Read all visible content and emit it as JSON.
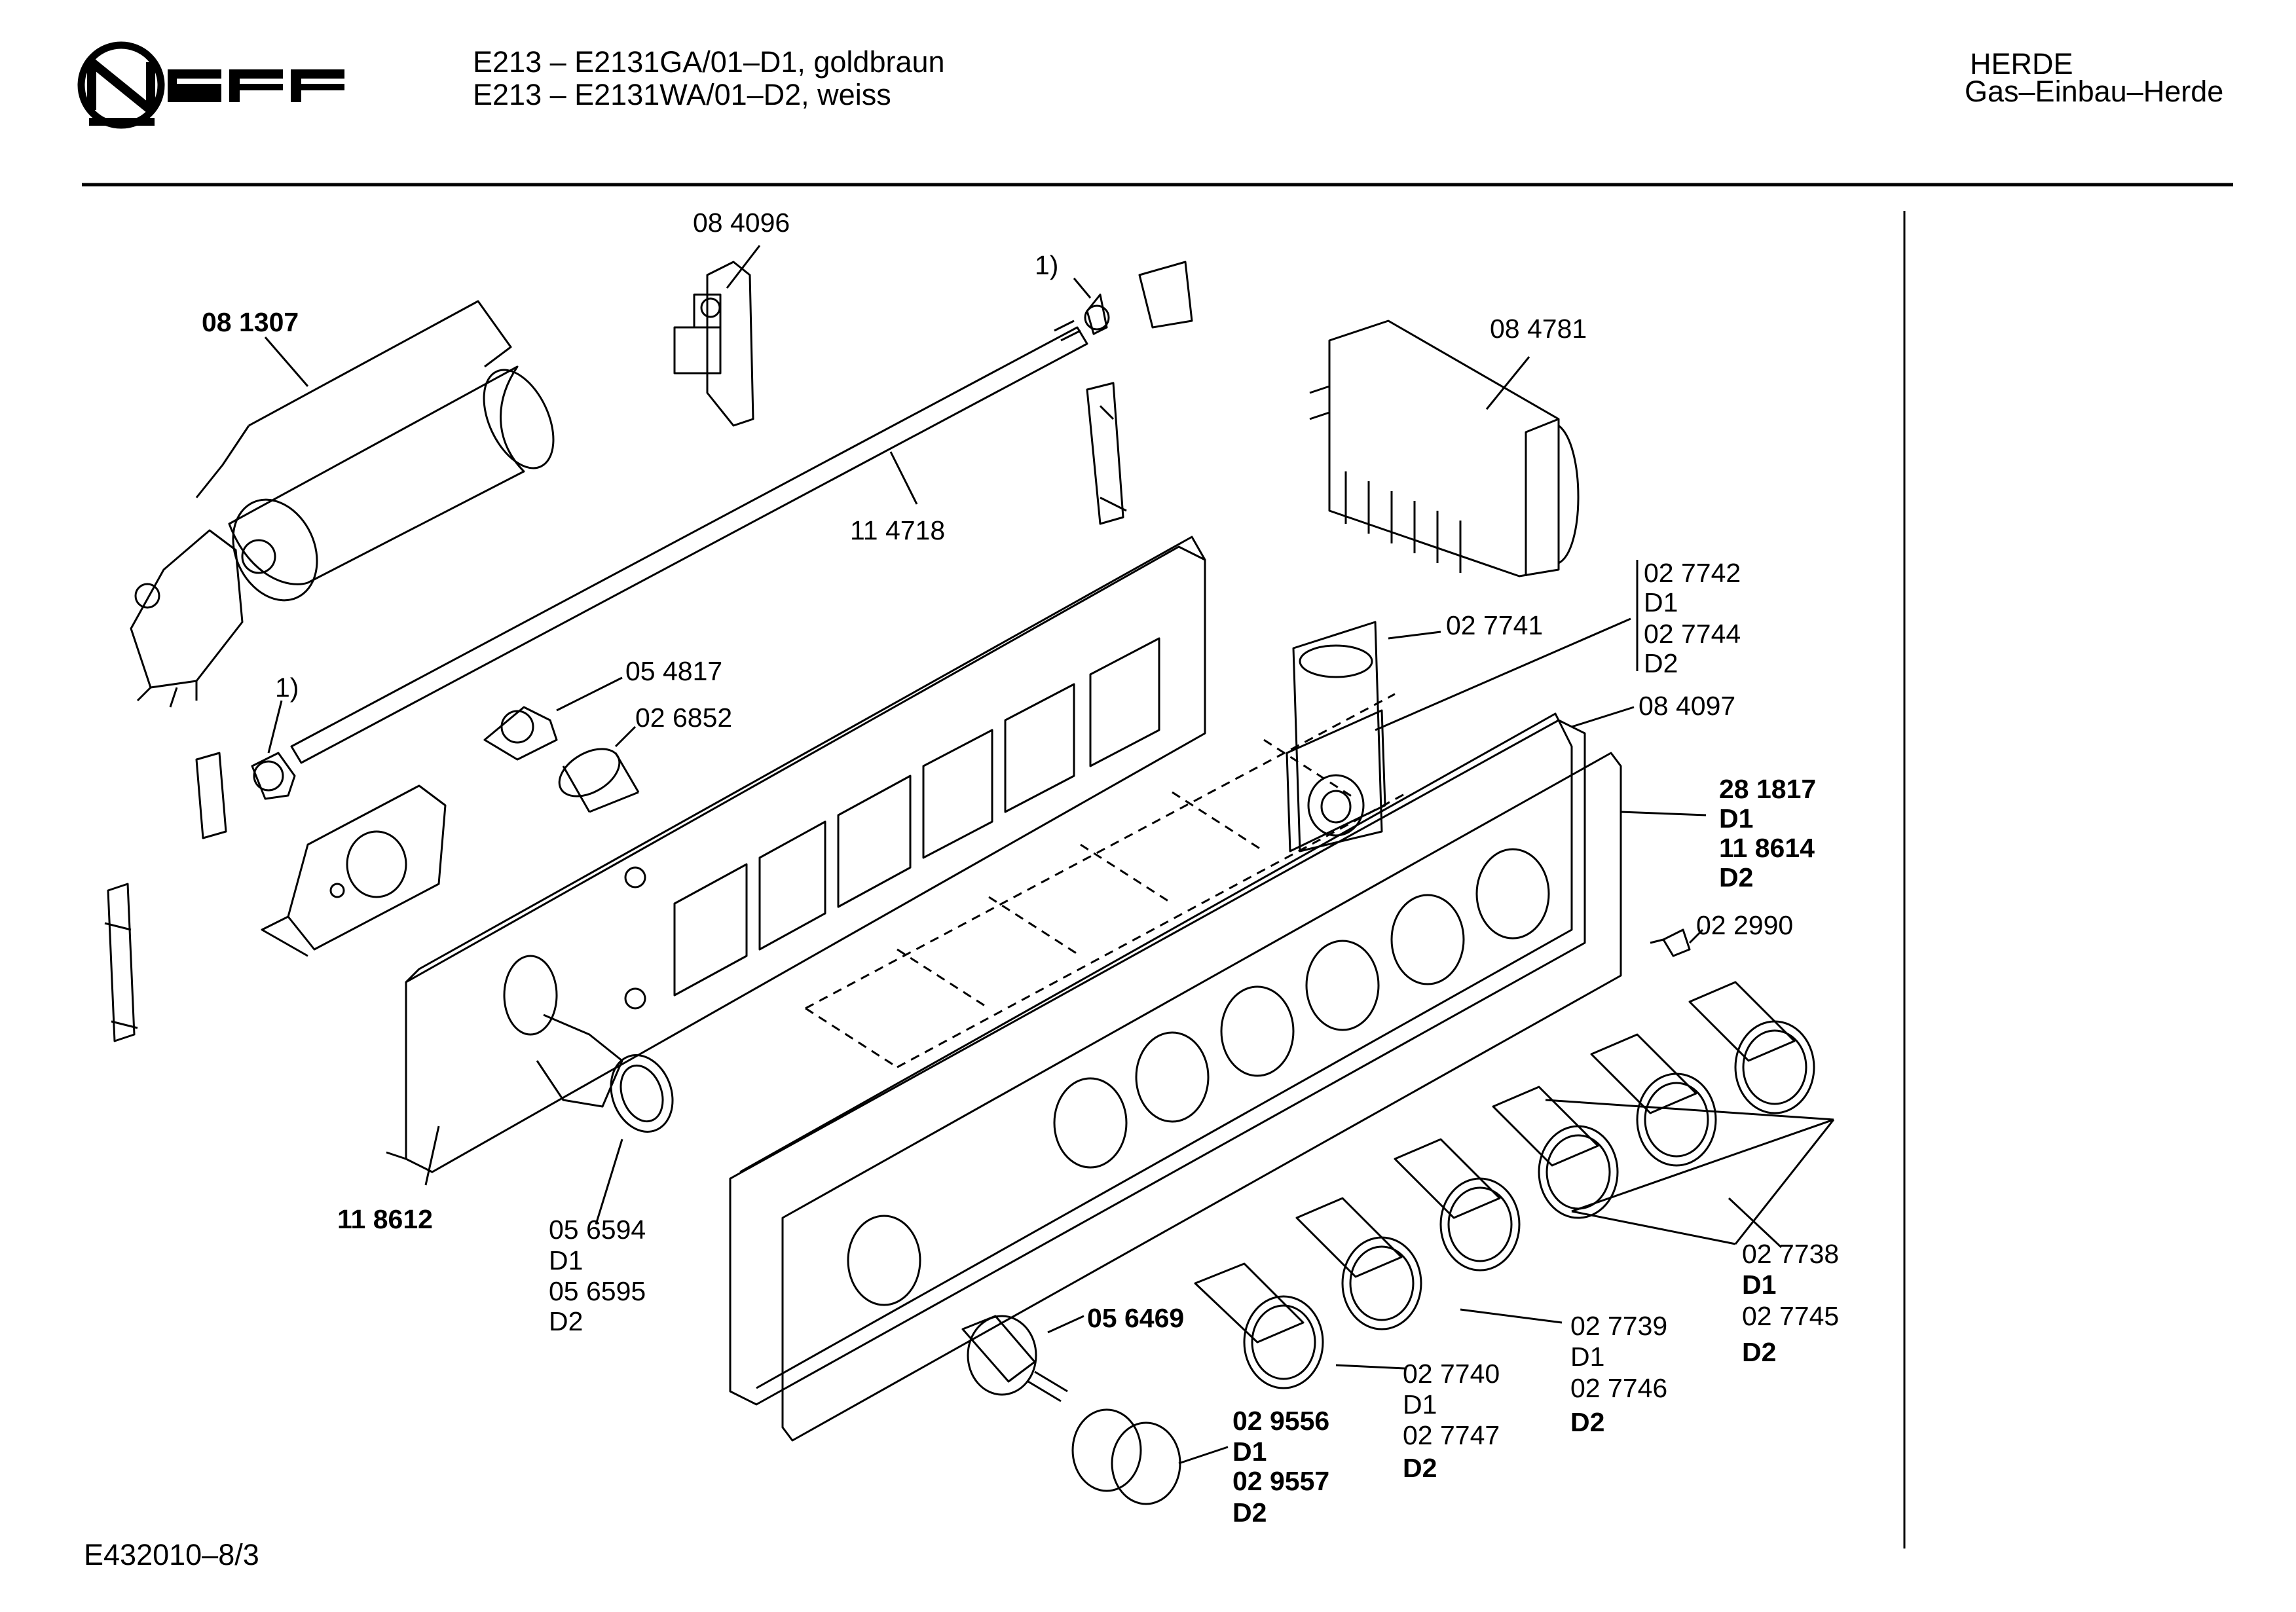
{
  "header": {
    "model_line_1": "E213 – E2131GA/01–D1, goldbraun",
    "model_line_2": "E213 – E2131WA/01–D2, weiss",
    "category": "HERDE",
    "subcategory": "Gas–Einbau–Herde",
    "logo_text": "NEFF"
  },
  "footer": {
    "document_code": "E432010–8/3"
  },
  "labels": {
    "p081307": "08 1307",
    "p084096": "08 4096",
    "note1_top": "1)",
    "p084781": "08 4781",
    "p114718": "11 4718",
    "p027742": "02 7742",
    "p027742_var": "D1",
    "p027744": "02 7744",
    "p027744_var": "D2",
    "p027741": "02 7741",
    "p054817": "05 4817",
    "p026852": "02 6852",
    "note1_left": "1)",
    "p084097": "08 4097",
    "p281817": "28 1817",
    "p281817_var": "D1",
    "p118614": "11 8614",
    "p118614_var": "D2",
    "p022990": "02 2990",
    "p118612": "11 8612",
    "p056594": "05 6594",
    "p056594_var": "D1",
    "p056595": "05 6595",
    "p056595_var": "D2",
    "p027738": "02 7738",
    "p027738_var": "D1",
    "p027745": "02 7745",
    "p027745_var": "D2",
    "p056469": "05 6469",
    "p027739": "02 7739",
    "p027739_var": "D1",
    "p027746": "02 7746",
    "p027746_var": "D2",
    "p027740": "02 7740",
    "p027740_var": "D1",
    "p027747": "02 7747",
    "p027747_var": "D2",
    "p029556": "02 9556",
    "p029556_var": "D1",
    "p029557": "02 9557",
    "p029557_var": "D2"
  },
  "colors": {
    "ink": "#000000",
    "paper": "#ffffff"
  }
}
